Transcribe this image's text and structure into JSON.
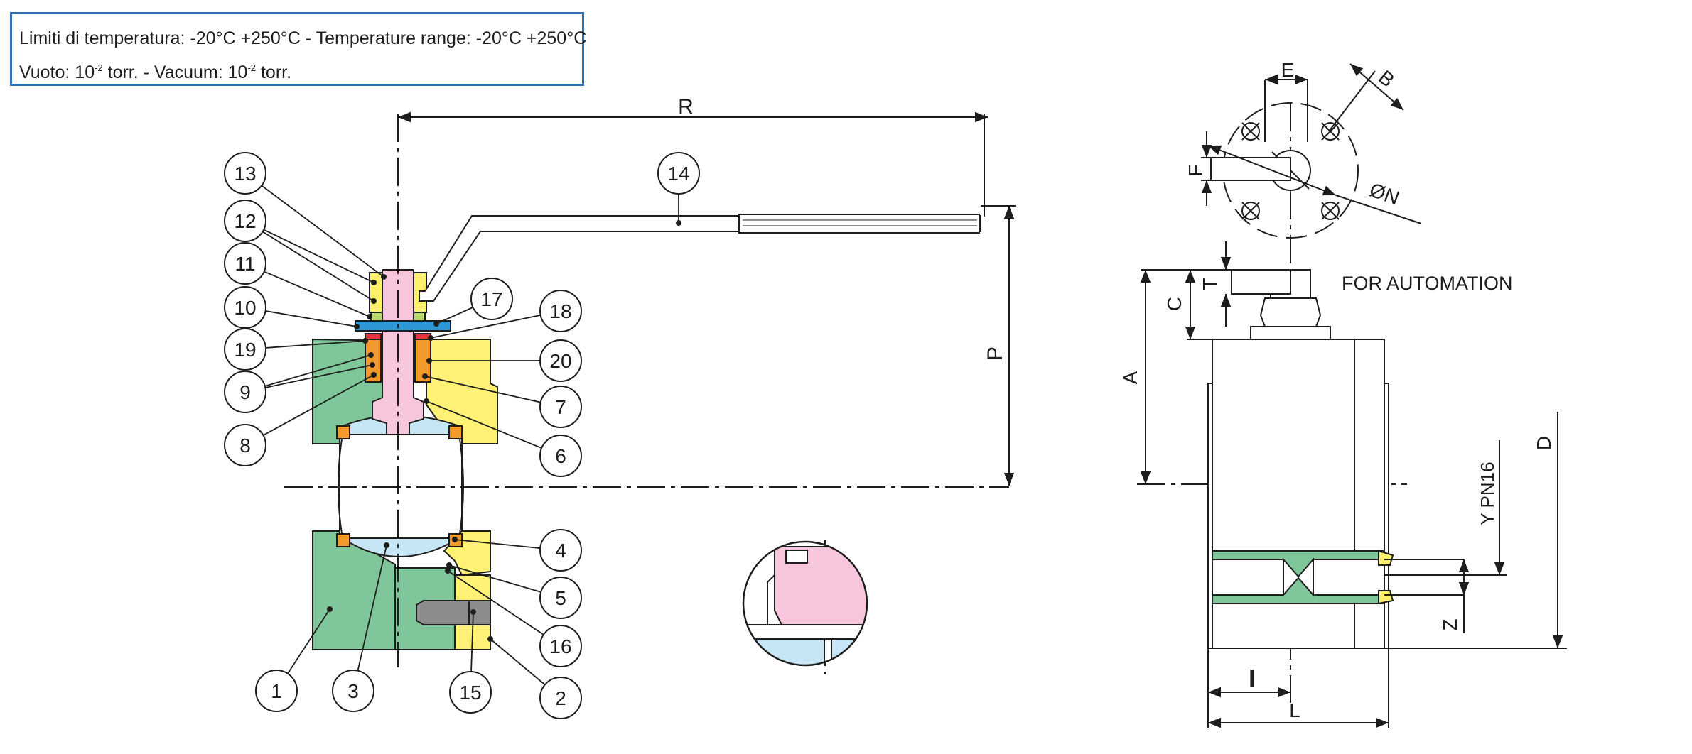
{
  "note": {
    "line1": "Limiti di temperatura: -20°C +250°C - Temperature range: -20°C +250°C",
    "line2_a": "Vuoto: 10",
    "line2_exp1": "-2",
    "line2_b": " torr. - Vacuum: 10",
    "line2_exp2": "-2",
    "line2_c": " torr."
  },
  "dimensions": {
    "R": "R",
    "P": "P",
    "E": "E",
    "B": "B",
    "F": "F",
    "N": "ØN",
    "T": "T",
    "C": "C",
    "A": "A",
    "D": "D",
    "Y": "Y PN16",
    "Z": "Z",
    "I": "I",
    "L": "L"
  },
  "automation_label": "FOR AUTOMATION",
  "callouts": [
    "1",
    "2",
    "3",
    "4",
    "5",
    "6",
    "7",
    "8",
    "9",
    "10",
    "11",
    "12",
    "13",
    "14",
    "15",
    "16",
    "17",
    "18",
    "19",
    "20"
  ],
  "colors": {
    "body_green": "#7fc79a",
    "body_yellow": "#fff176",
    "ball_blue": "#c6e6f5",
    "stem_pink": "#f7c5dc",
    "seat_orange": "#f39a2c",
    "nut_yellow": "#fff06b",
    "washer_blue": "#2f97d6",
    "gland_green": "#b6d96a",
    "oring_red": "#e5333f",
    "bolt_gray": "#8c8c8c",
    "frame_blue": "#2a72b5"
  }
}
